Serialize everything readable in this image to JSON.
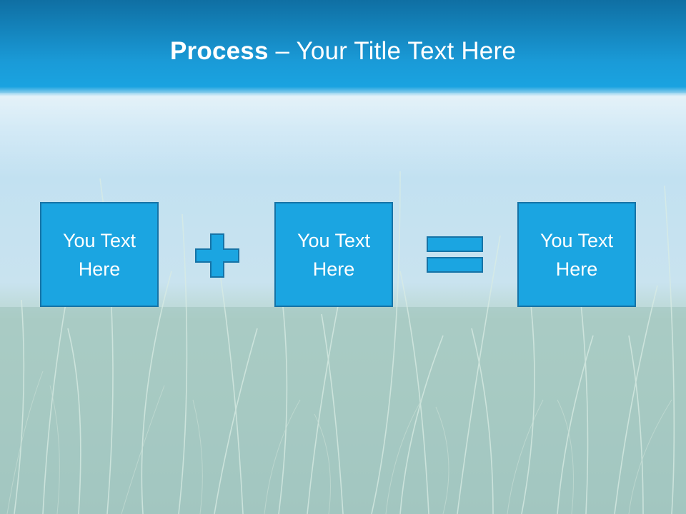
{
  "slide": {
    "title_bold": "Process",
    "title_rest": " – Your Title Text Here"
  },
  "boxes": [
    {
      "text": "You Text Here"
    },
    {
      "text": "You Text Here"
    },
    {
      "text": "You Text Here"
    }
  ],
  "operators": [
    "plus-icon",
    "equals-icon"
  ],
  "colors": {
    "header_top": "#0f6fa3",
    "header_bottom": "#1aa3e0",
    "box_fill": "#1ba5e1",
    "box_border": "#1673a6"
  }
}
